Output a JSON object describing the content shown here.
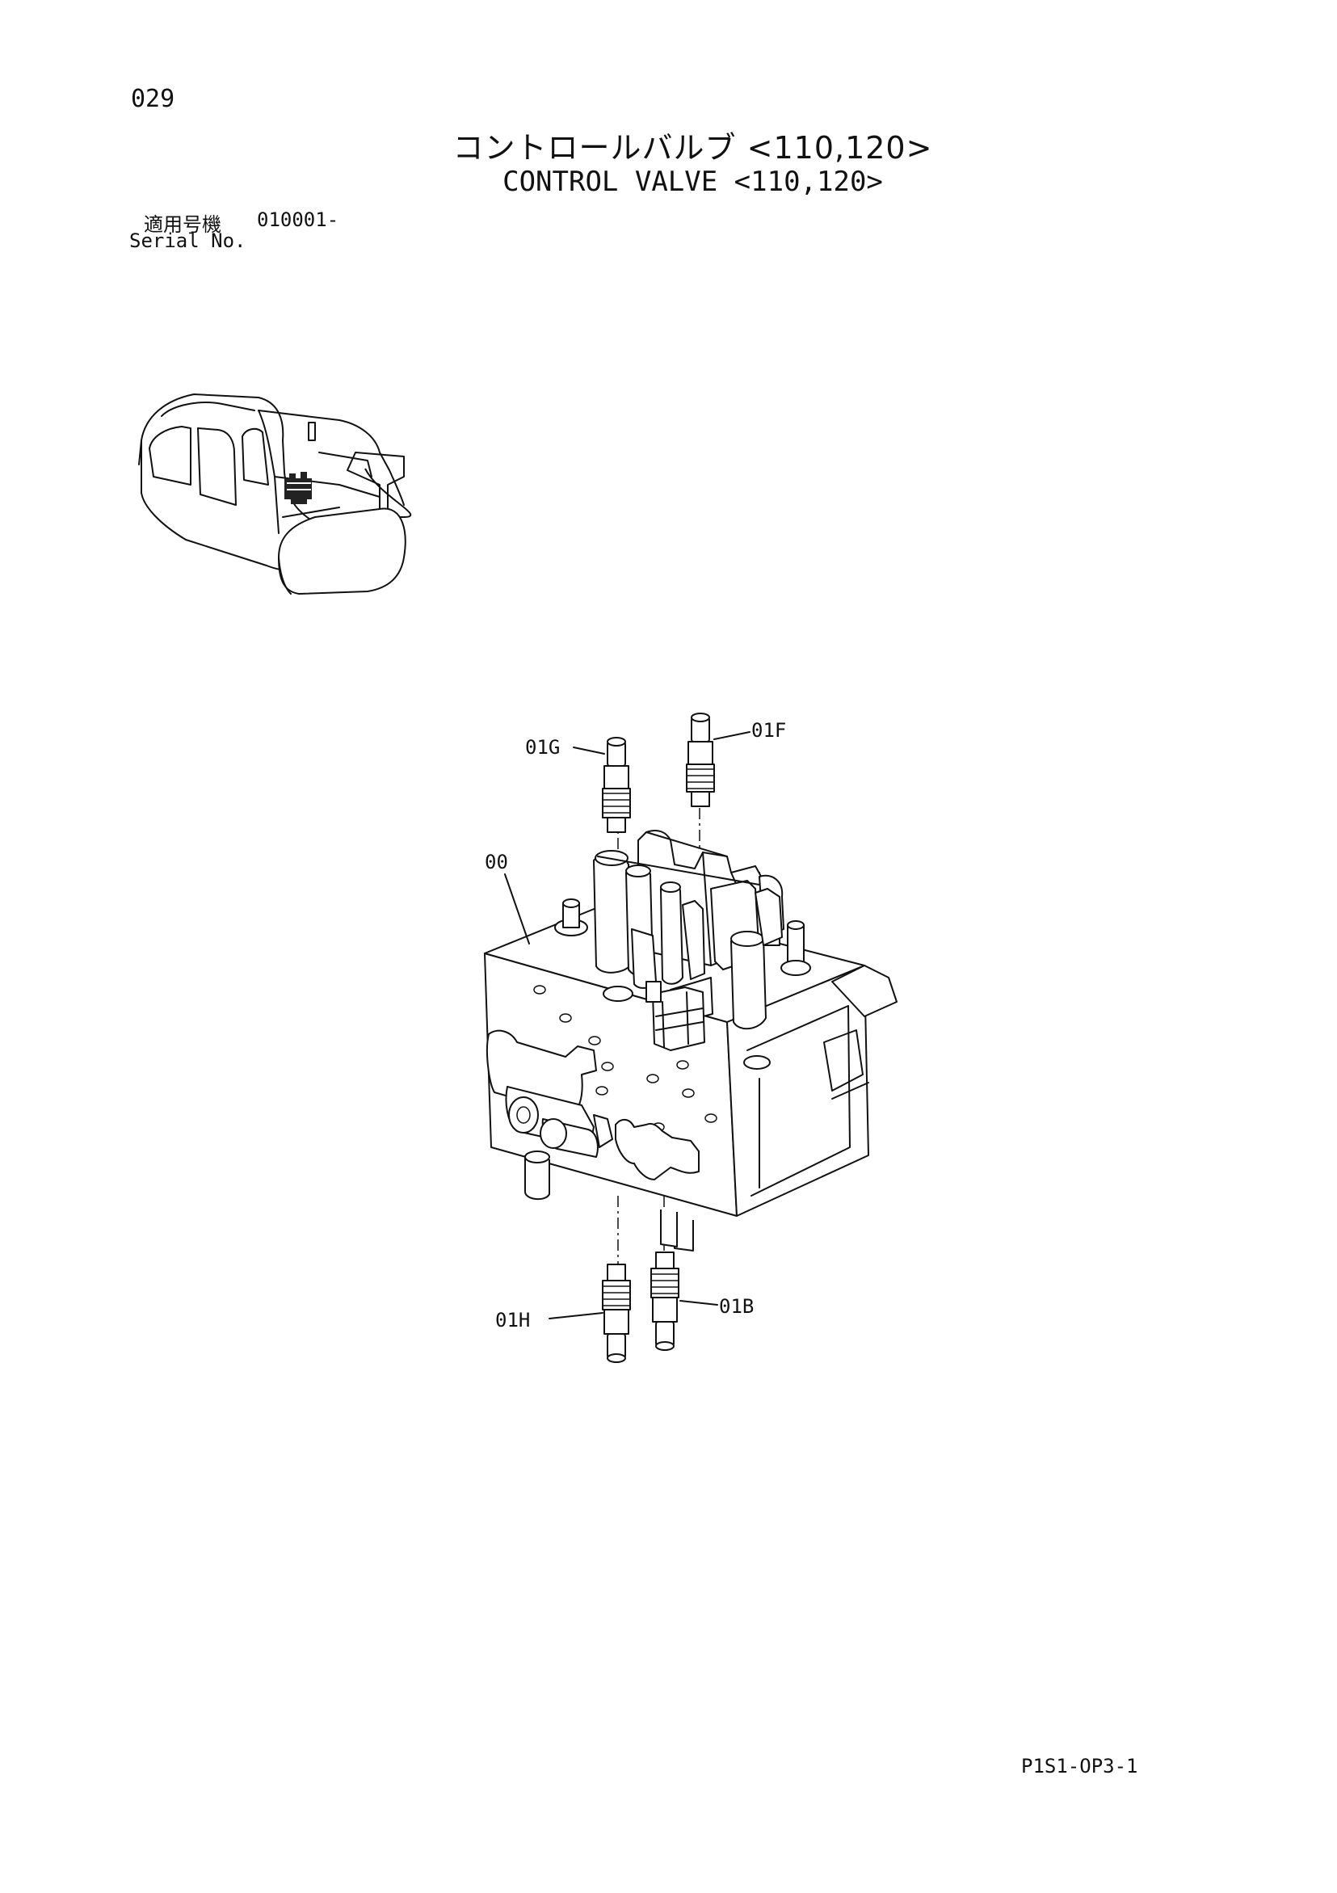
{
  "page_number": "029",
  "title_ja": "コントロールバルブ <110,120>",
  "title_en": "CONTROL VALVE <110,120>",
  "serial": {
    "label_ja": "適用号機",
    "value": "010001-",
    "label_en": "Serial No."
  },
  "part_labels": {
    "p01G": "01G",
    "p01F": "01F",
    "p00": "00",
    "p01H": "01H",
    "p01B": "01B"
  },
  "doc_code": "P1S1-OP3-1"
}
